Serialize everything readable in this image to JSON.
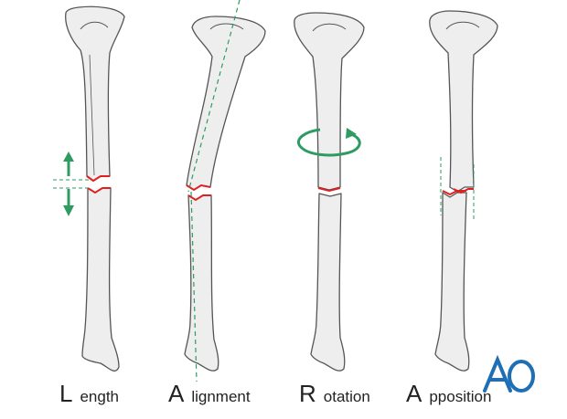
{
  "labels": [
    {
      "initial": "L",
      "rest": "ength"
    },
    {
      "initial": "A",
      "rest": "lignment"
    },
    {
      "initial": "R",
      "rest": "otation"
    },
    {
      "initial": "A",
      "rest": "pposition"
    }
  ],
  "logo": {
    "text": "AO",
    "color": "#1f6fb5"
  },
  "colors": {
    "bone_fill": "#eeeeee",
    "bone_stroke": "#555555",
    "fracture": "#e02020",
    "indicator": "#2e9b63"
  }
}
